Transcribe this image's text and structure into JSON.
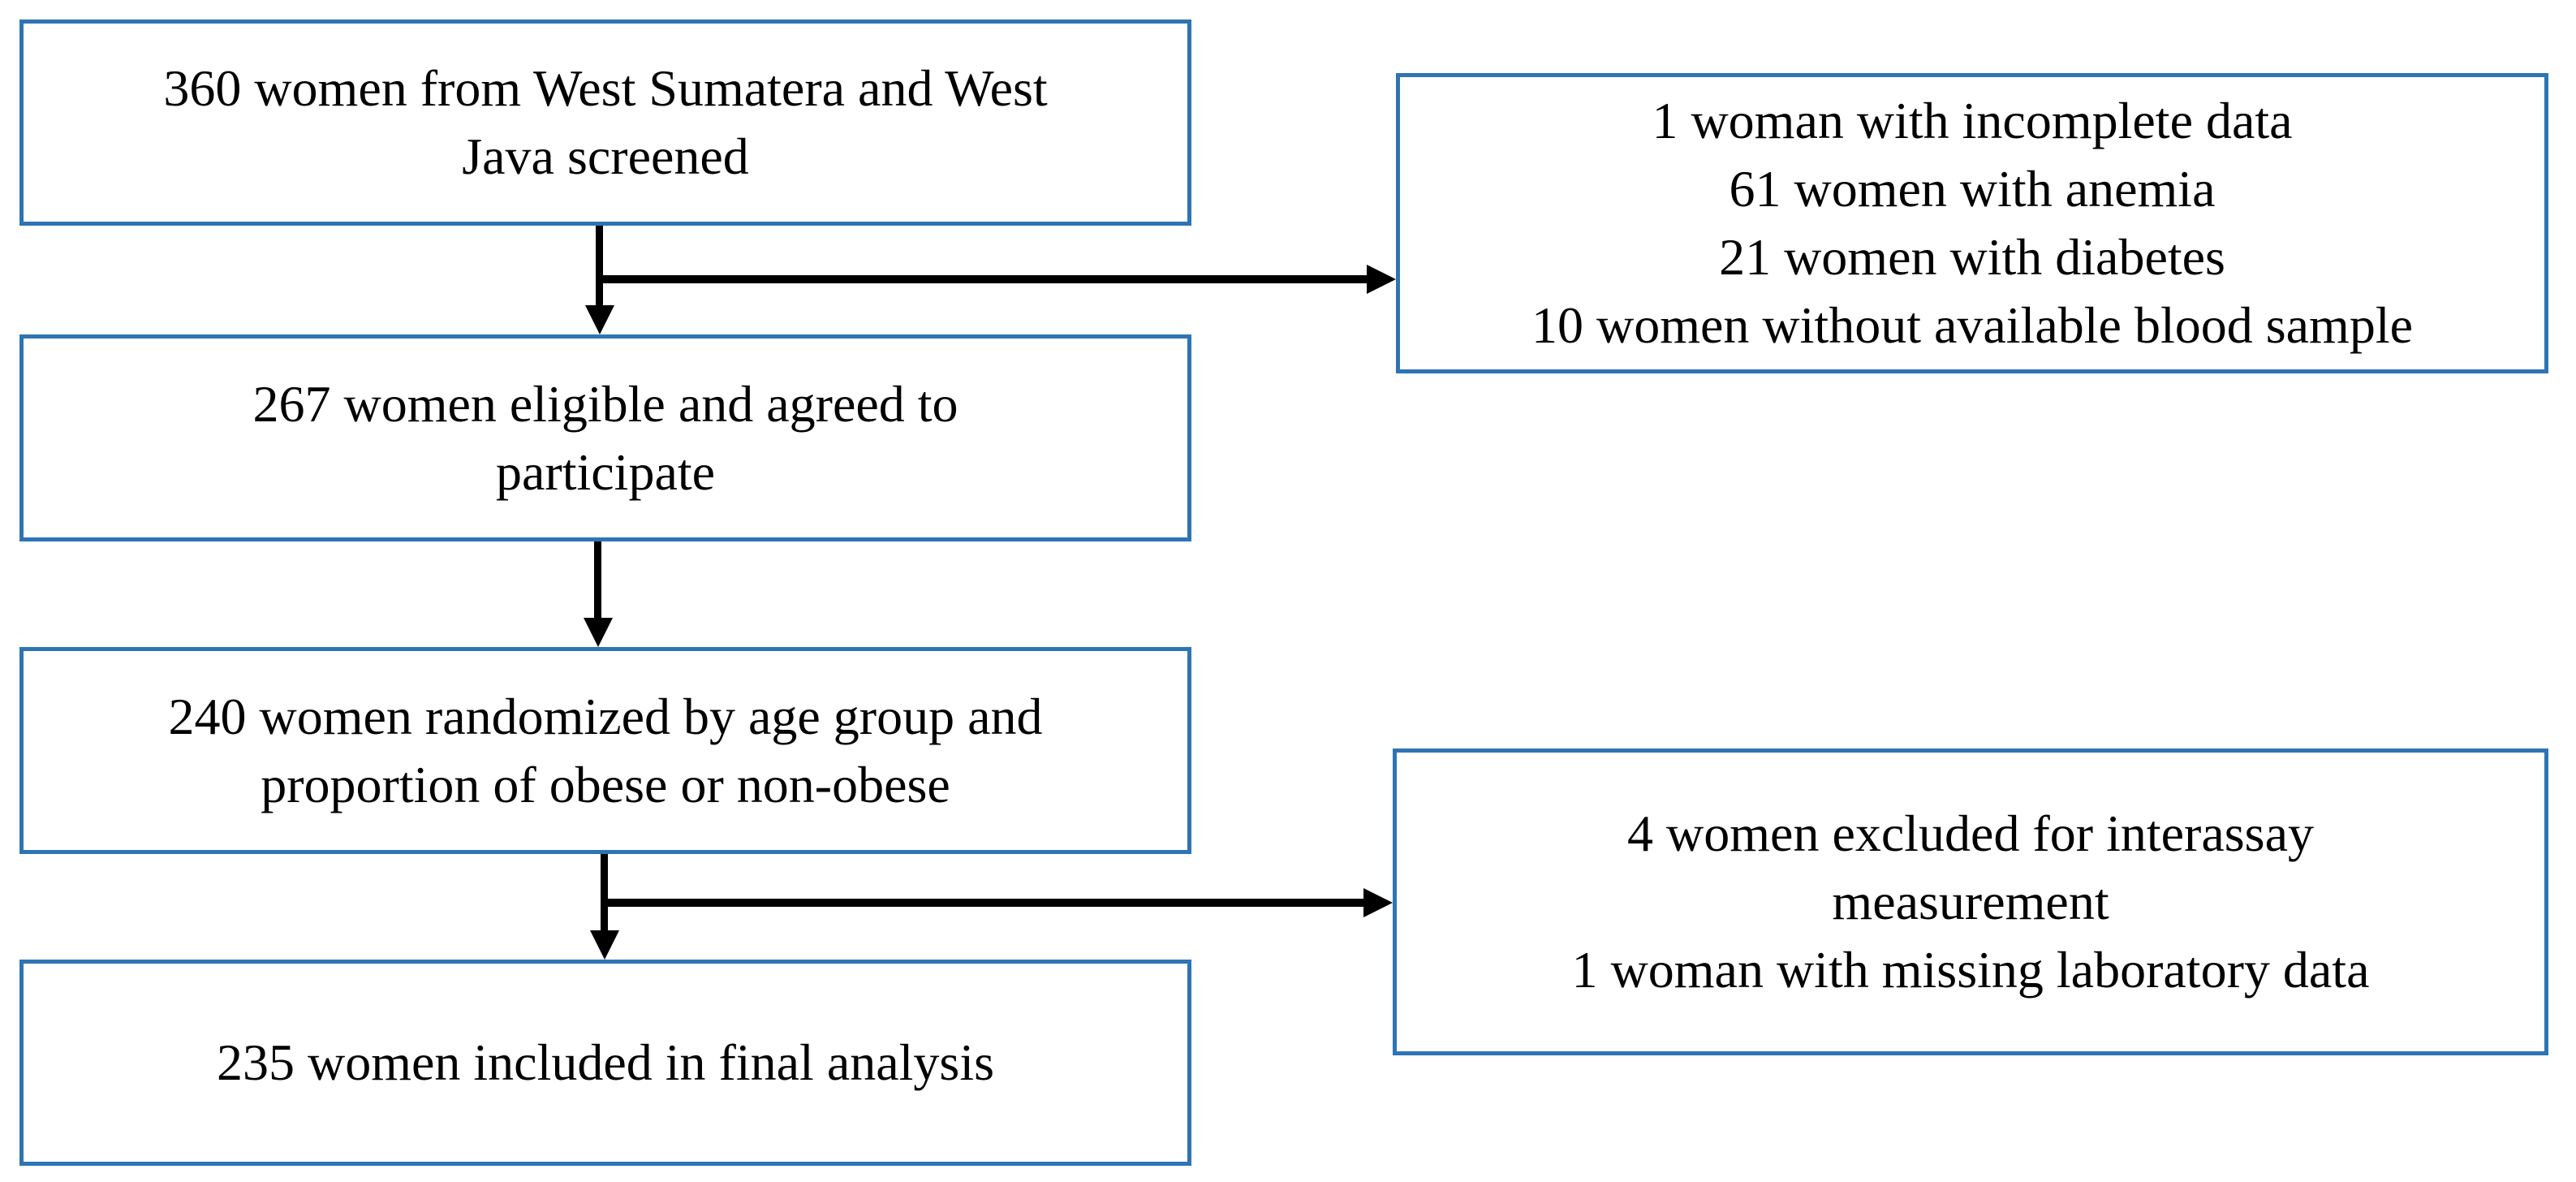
{
  "diagram": {
    "kind": "participant-flow-diagram",
    "boxes": {
      "screened": {
        "lines": [
          "360 women from West Sumatera and West",
          "Java screened"
        ]
      },
      "exclusions1": {
        "lines": [
          "1 woman with incomplete data",
          "61 women with anemia",
          "21 women with diabetes",
          "10 women without available blood sample"
        ]
      },
      "eligible": {
        "lines": [
          "267 women eligible and agreed to",
          "participate"
        ]
      },
      "randomized": {
        "lines": [
          "240 women randomized by age group and",
          "proportion of obese or non-obese"
        ]
      },
      "exclusions2": {
        "lines": [
          "4 women excluded for interassay",
          "measurement",
          "1 woman with missing laboratory data"
        ]
      },
      "final": {
        "lines": [
          "235 women included in final analysis"
        ]
      }
    },
    "colors": {
      "box_border": "#2E74B5",
      "arrow": "#000000",
      "text": "#000000",
      "background": "#FFFFFF"
    }
  }
}
